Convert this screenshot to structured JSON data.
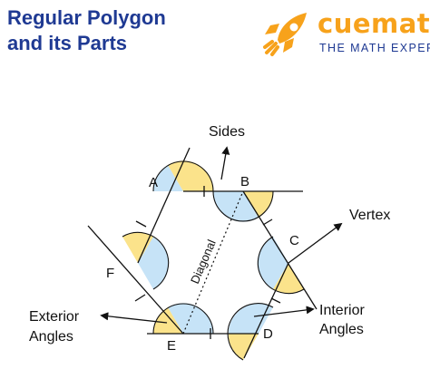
{
  "title": {
    "line1": "Regular Polygon",
    "line2": "and its Parts"
  },
  "brand": {
    "name": "cuemath",
    "tagline": "THE MATH EXPERT",
    "accent_color": "#f7a21b",
    "brand_blue": "#1f3a93",
    "icon": "rocket-icon"
  },
  "colors": {
    "interior_angle_fill": "#c6e3f7",
    "exterior_angle_fill": "#fbe38b",
    "line": "#111111"
  },
  "vertices": {
    "A": "A",
    "B": "B",
    "C": "C",
    "D": "D",
    "E": "E",
    "F": "F"
  },
  "labels": {
    "sides": "Sides",
    "vertex": "Vertex",
    "diagonal": "Diagonal",
    "interior_line1": "Interior",
    "interior_line2": "Angles",
    "exterior_line1": "Exterior",
    "exterior_line2": "Angles"
  }
}
